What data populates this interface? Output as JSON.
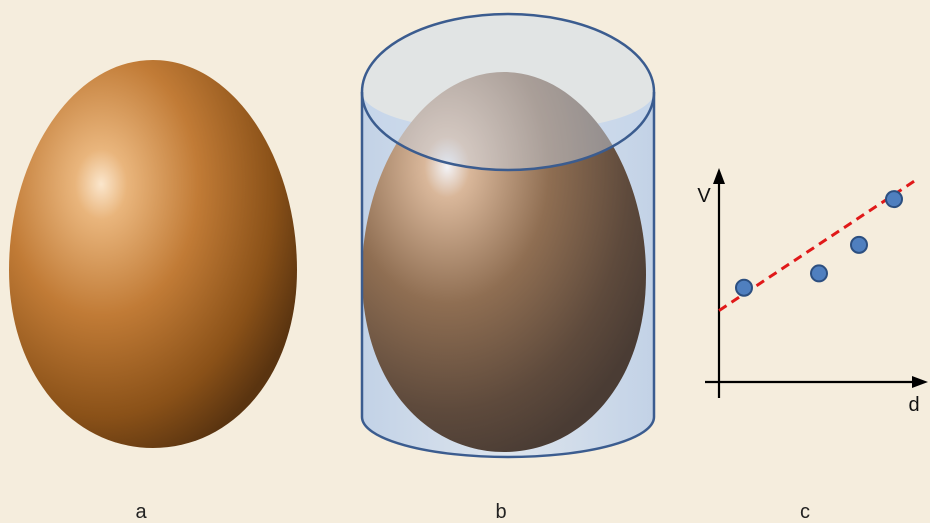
{
  "panels": {
    "a": {
      "label": "a"
    },
    "b": {
      "label": "b"
    },
    "c": {
      "label": "c",
      "y_axis_label": "V",
      "x_axis_label": "d"
    }
  },
  "colors": {
    "background": "#f5eddd",
    "egg_light": "#e8b47a",
    "egg_mid": "#b5722f",
    "egg_dark": "#5a3410",
    "cylinder_fill": "#c9d9ee",
    "cylinder_stroke": "#3b5c8f",
    "point_fill": "#4f7fbf",
    "point_stroke": "#2c4f80",
    "fit_line": "#e01919",
    "axis": "#000000"
  },
  "chart_data": {
    "type": "scatter",
    "title": "",
    "xlabel": "d",
    "ylabel": "V",
    "points": [
      {
        "x": 1,
        "y": 3.3
      },
      {
        "x": 4,
        "y": 3.8
      },
      {
        "x": 5.6,
        "y": 4.8
      },
      {
        "x": 7.0,
        "y": 6.4
      }
    ],
    "fit_line": {
      "style": "dashed",
      "intercept": 2.5,
      "slope": 0.58
    },
    "xlim": [
      0,
      8
    ],
    "ylim": [
      0,
      7
    ],
    "grid": false,
    "legend": "none"
  }
}
